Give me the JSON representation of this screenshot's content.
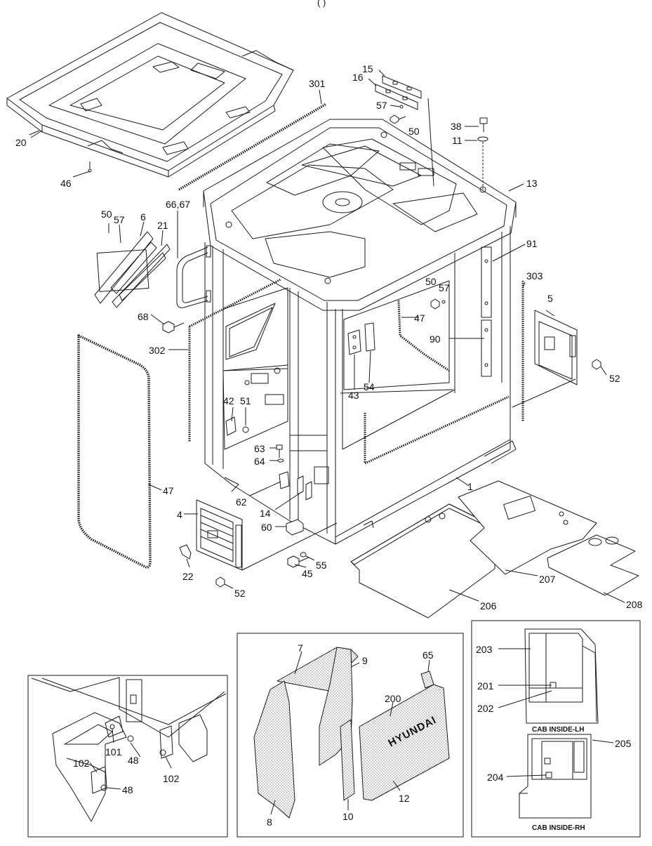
{
  "header_fragment": "(  )",
  "callouts": {
    "c1": "1",
    "c4": "4",
    "c5": "5",
    "c6": "6",
    "c7": "7",
    "c8": "8",
    "c9": "9",
    "c10": "10",
    "c11": "11",
    "c12": "12",
    "c13": "13",
    "c14": "14",
    "c15": "15",
    "c16": "16",
    "c20": "20",
    "c21": "21",
    "c22": "22",
    "c38": "38",
    "c42": "42",
    "c43": "43",
    "c45": "45",
    "c46": "46",
    "c47a": "47",
    "c47b": "47",
    "c48a": "48",
    "c48b": "48",
    "c50a": "50",
    "c50b": "50",
    "c50c": "50",
    "c51": "51",
    "c52a": "52",
    "c52b": "52",
    "c54": "54",
    "c55": "55",
    "c57a": "57",
    "c57b": "57",
    "c57c": "57",
    "c60": "60",
    "c62": "62",
    "c63": "63",
    "c64": "64",
    "c65": "65",
    "c6667": "66,67",
    "c68": "68",
    "c90": "90",
    "c91": "91",
    "c101": "101",
    "c102a": "102",
    "c102b": "102",
    "c200": "200",
    "c201": "201",
    "c202": "202",
    "c203": "203",
    "c204": "204",
    "c205": "205",
    "c206": "206",
    "c207": "207",
    "c208": "208",
    "c301": "301",
    "c302": "302",
    "c303": "303"
  },
  "brand_text": "HYUNDAI",
  "captions": {
    "inside_lh": "CAB INSIDE-LH",
    "inside_rh": "CAB INSIDE-RH"
  },
  "colors": {
    "line": "#1a1a1a",
    "hatch": "#9a9a9a",
    "panel": "#ffffff"
  }
}
